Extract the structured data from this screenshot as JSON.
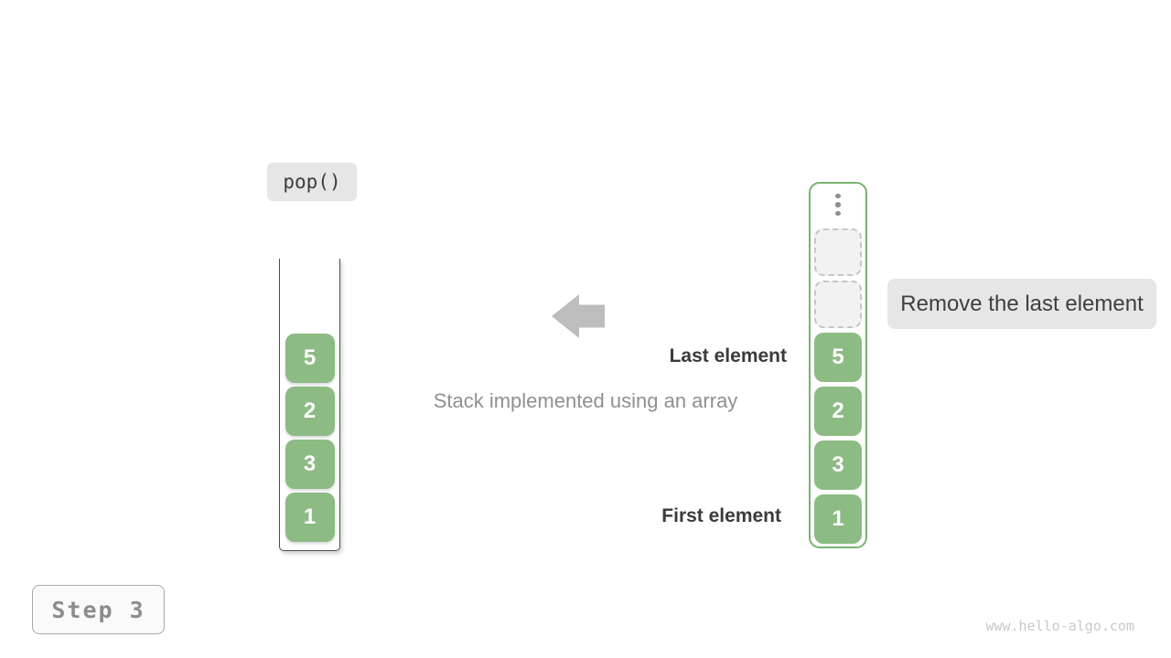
{
  "operation": {
    "label": "pop()"
  },
  "caption": "Stack implemented using an array",
  "annotations": {
    "last_element": "Last element",
    "first_element": "First element",
    "remove": "Remove the last element"
  },
  "left_stack": {
    "values": [
      "5",
      "2",
      "3",
      "1"
    ]
  },
  "right_stack": {
    "values": [
      "5",
      "2",
      "3",
      "1"
    ],
    "empty_slot_count": 2
  },
  "step": {
    "label": "Step 3"
  },
  "watermark": "www.hello-algo.com",
  "icons": {
    "arrow": "left-arrow",
    "ellipsis": "vertical-ellipsis"
  },
  "colors": {
    "element_green": "#8cbb84",
    "border_green": "#77b471",
    "label_bg": "#e6e6e6",
    "arrow_gray": "#bdbdbd",
    "text_dark": "#3b3b3b",
    "text_gray": "#909090",
    "watermark_gray": "#c9c9c9"
  }
}
